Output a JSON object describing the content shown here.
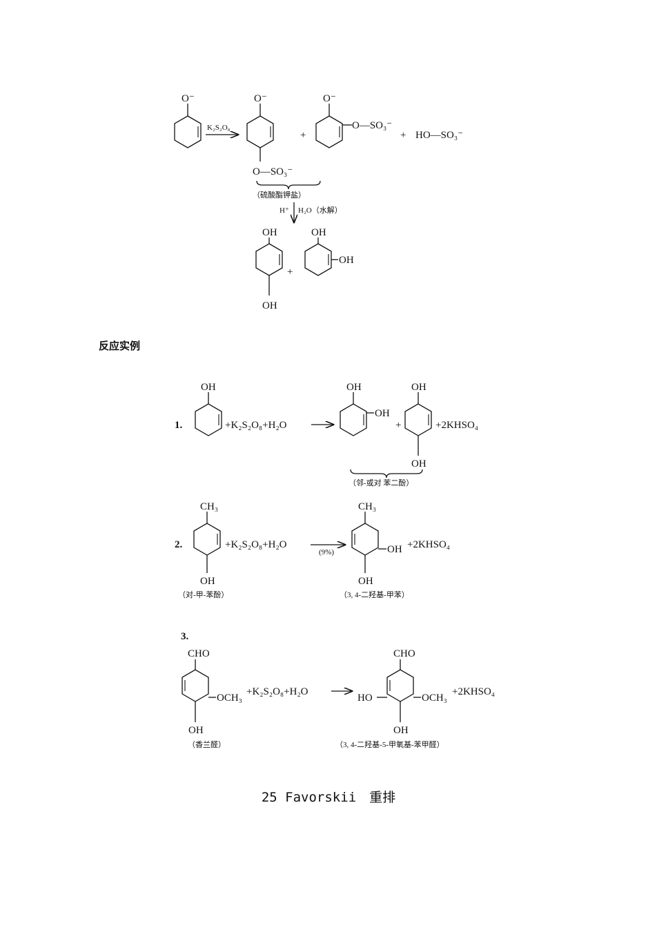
{
  "scheme_mechanism": {
    "o_minus": "O⁻",
    "reagent": "K₂S₂O₈",
    "sulfate_p": "O—SO₃⁻",
    "sulfate_o": "O—SO₃⁻",
    "plus": "+",
    "byproduct": "HO—SO₃⁻",
    "ester_caption": "（硫酸酯钾盐）",
    "hydrolysis_left": "H⁺",
    "hydrolysis_right": "H₂O（水解）",
    "oh": "OH"
  },
  "heading": "反应实例",
  "example1": {
    "number": "1.",
    "reactants": "+K₂S₂O₈+H₂O",
    "oh": "OH",
    "plus": "+",
    "byproduct": "+2KHSO₄",
    "caption": "（邻-或对 苯二酚）"
  },
  "example2": {
    "number": "2.",
    "ch3": "CH₃",
    "reactants": "+K₂S₂O₈+H₂O",
    "yield": "(9%)",
    "oh": "OH",
    "byproduct": "+2KHSO₄",
    "caption_left": "（对-甲-苯酚）",
    "caption_right": "（3, 4-二羟基-甲苯）"
  },
  "example3": {
    "number": "3.",
    "cho": "CHO",
    "och3_left": "OCH₃",
    "oh": "OH",
    "reactants": "+K₂S₂O₈+H₂O",
    "ho": "HO",
    "och3_right": "OCH₃",
    "byproduct": "+2KHSO₄",
    "caption_left": "（香兰醛）",
    "caption_right": "（3, 4-二羟基-5-甲氧基-苯甲醛）"
  },
  "section_title": "25 Favorskii　重排"
}
